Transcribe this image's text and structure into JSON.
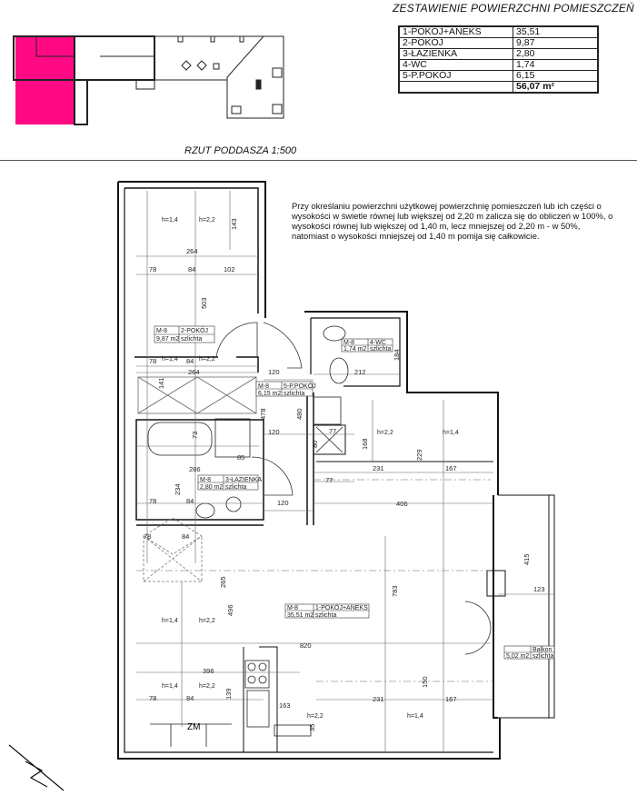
{
  "summary": {
    "title": "ZESTAWIENIE POWIERZCHNI POMIESZCZEŃ",
    "rows": [
      {
        "name": "1-POKÓJ+ANEKS",
        "area": "35,51"
      },
      {
        "name": "2-POKÓJ",
        "area": "9,87"
      },
      {
        "name": "3-ŁAZIENKA",
        "area": "2,80"
      },
      {
        "name": "4-WC",
        "area": "1,74"
      },
      {
        "name": "5-P.POKÓJ",
        "area": "6,15"
      }
    ],
    "total": "56,07 m²"
  },
  "key_plan": {
    "caption": "RZUT PODDASZA 1:500",
    "highlight_color": "#ff0a84"
  },
  "note": "Przy określaniu powierzchni użytkowej powierzchnię pomieszczeń lub ich części o wysokości w świetle równej lub większej od 2,20 m  zalicza się do obliczeń w 100%, o wysokości równej lub większej od 1,40 m, lecz mniejszej od 2,20 m - w 50%,  natomiast o wysokości mniejszej od 1,40 m pomija się całkowicie.",
  "rooms": {
    "r2": {
      "code": "M-8",
      "name": "2-POKÓJ",
      "area": "9,87 m2",
      "finish": "szlichta"
    },
    "r4": {
      "code": "M-8",
      "name": "4-WC",
      "area": "1,74 m2",
      "finish": "szlichta"
    },
    "r5": {
      "code": "M-8",
      "name": "5-P.POKÓJ",
      "area": "6,15 m2",
      "finish": "szlichta"
    },
    "r3": {
      "code": "M-8",
      "name": "3-ŁAZIENKA",
      "area": "2,80 m2",
      "finish": "szlichta"
    },
    "r1": {
      "code": "M-8",
      "name": "1-POKÓJ+ANEKS",
      "area": "35,51 m2",
      "finish": "szlichta"
    },
    "balcony": {
      "name": "Balkon",
      "area": "5,02 m2",
      "finish": "szlichta"
    }
  },
  "heights": {
    "h14": "h=1,4",
    "h22": "h=2,2"
  },
  "zm": "ZM",
  "dims": {
    "d264": "264",
    "d143": "143",
    "d78": "78",
    "d84": "84",
    "d102": "102",
    "d503": "503",
    "d120": "120",
    "d212": "212",
    "d184": "184",
    "d141": "141",
    "d478": "478",
    "d480": "480",
    "d73": "73",
    "d85": "85",
    "d286": "286",
    "d234": "234",
    "d77": "77",
    "d80": "80",
    "d168": "168",
    "d229": "229",
    "d231": "231",
    "d167": "167",
    "d406": "406",
    "d415": "415",
    "d123": "123",
    "d783": "783",
    "d265": "265",
    "d496": "496",
    "d820": "820",
    "d396": "396",
    "d139": "139",
    "d163": "163",
    "d150": "150",
    "d35": "35"
  }
}
